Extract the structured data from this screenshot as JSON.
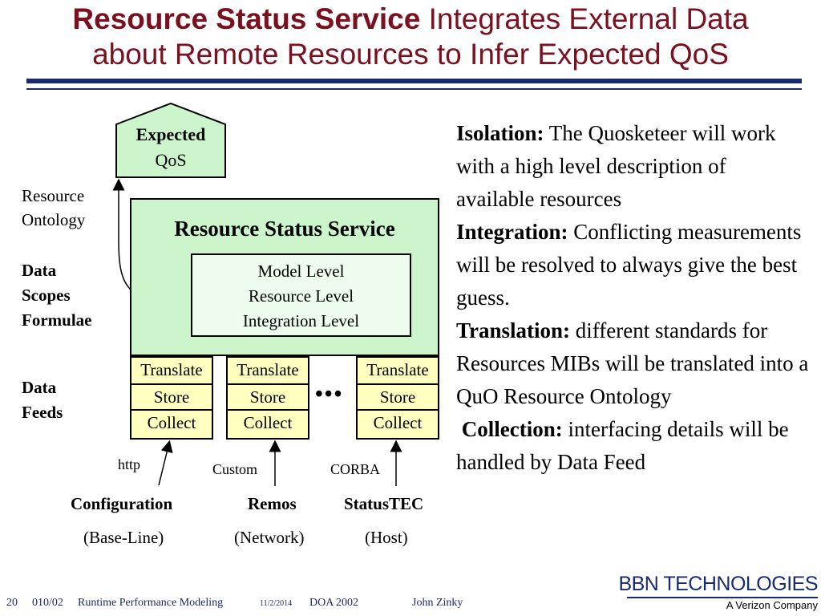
{
  "title": {
    "bold": "Resource Status Service",
    "rest_line1": " Integrates External Data",
    "line2": "about Remote Resources to Infer Expected QoS"
  },
  "diagram": {
    "expected_qos": [
      "Expected",
      "QoS"
    ],
    "service_title": "Resource Status Service",
    "levels": [
      "Model Level",
      "Resource Level",
      "Integration Level"
    ],
    "left_labels": {
      "resource_ontology": [
        "Resource",
        "Ontology"
      ],
      "data_scopes_formulae": [
        "Data",
        "Scopes",
        "Formulae"
      ],
      "data_feeds": [
        "Data",
        "Feeds"
      ]
    },
    "feed_cells": [
      "Translate",
      "Store",
      "Collect"
    ],
    "ellipsis": "•••",
    "protocols": [
      "http",
      "Custom",
      "CORBA"
    ],
    "sources": [
      {
        "name": "Configuration",
        "sub": "(Base-Line)"
      },
      {
        "name": "Remos",
        "sub": "(Network)"
      },
      {
        "name": "StatusTEC",
        "sub": "(Host)"
      }
    ]
  },
  "right_text": [
    {
      "label": "Isolation:",
      "text": " The Quosketeer will work with a high level description of available resources"
    },
    {
      "label": "Integration:",
      "text": " Conflicting measurements will be resolved to always give the best guess."
    },
    {
      "label": "Translation:",
      "text": " different standards for Resources MIBs will be translated into a QuO Resource Ontology"
    },
    {
      "label": " Collection:",
      "text": " interfacing details will be handled by Data Feed"
    }
  ],
  "footer": {
    "slide_number": "20",
    "code": "010/02",
    "talk": "Runtime Performance Modeling",
    "date": "11/2/2014",
    "venue": "DOA 2002",
    "author": "John Zinky",
    "logo_main": "BBN TECHNOLOGIES",
    "logo_sub": "A Verizon Company"
  },
  "colors": {
    "title": "#7a1020",
    "rule": "#1a2a6e",
    "green_fill": "#ccf5cc",
    "yellow_fill": "#ffffc0"
  }
}
